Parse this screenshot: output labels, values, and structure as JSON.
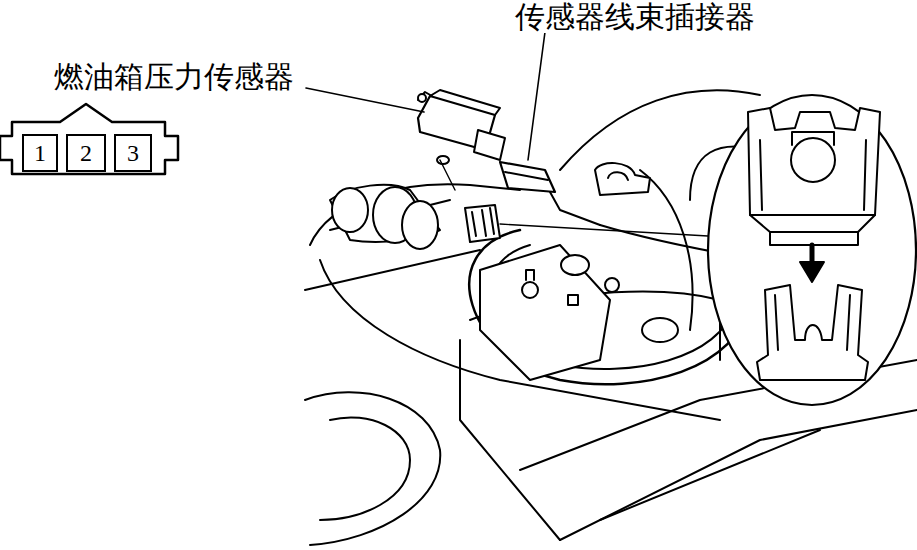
{
  "diagram": {
    "nodes": [
      {
        "text": [
          "1"
        ]
      },
      {
        "text": [
          "2"
        ]
      },
      {
        "text": [
          "3"
        ]
      }
    ],
    "labels": [
      "传感器线束插接器",
      "燃油箱压力传感器"
    ]
  }
}
